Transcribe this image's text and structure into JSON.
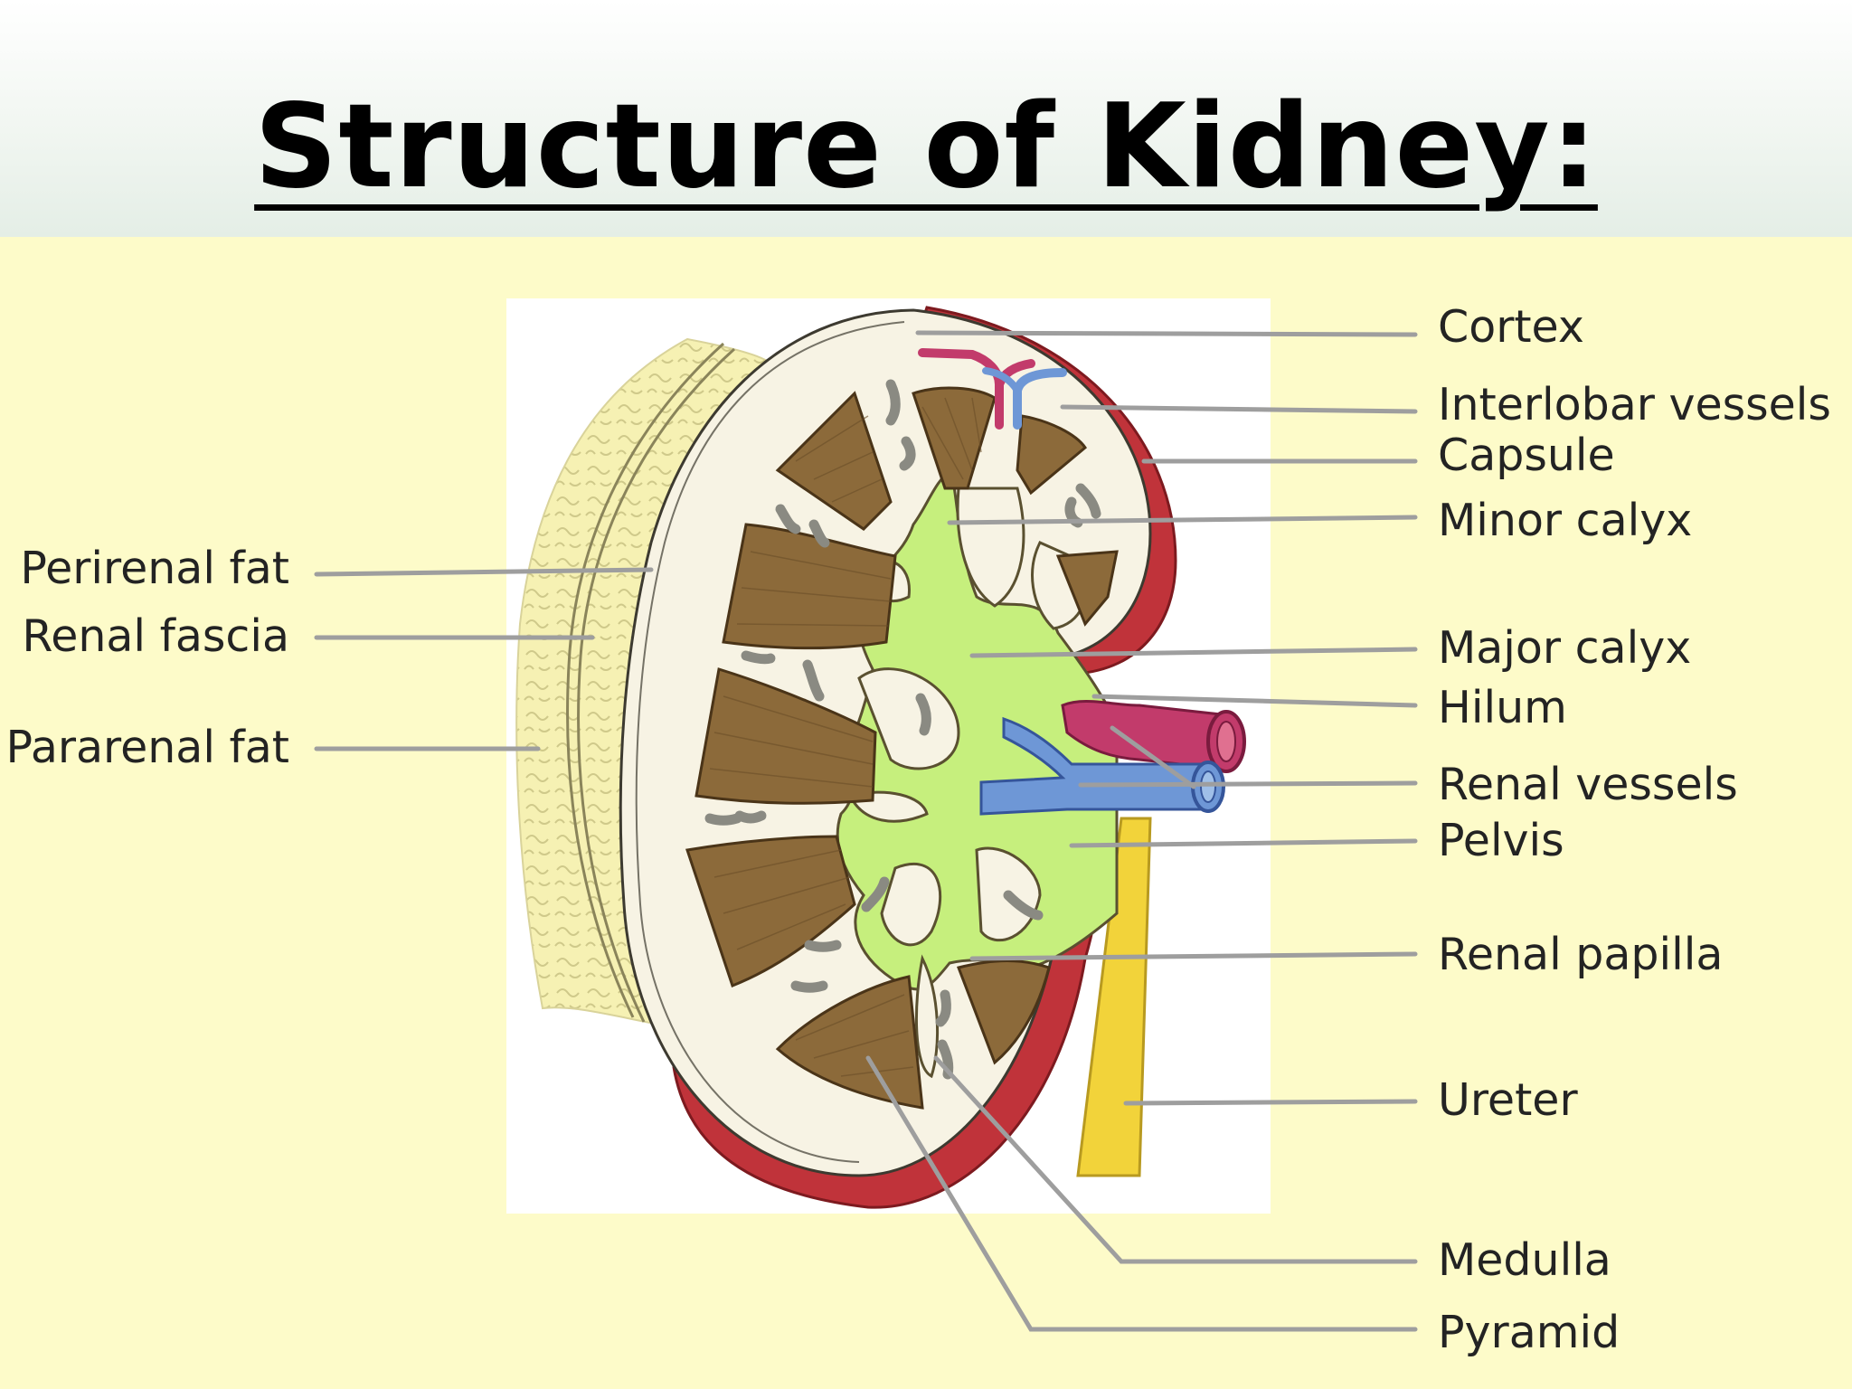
{
  "title": "Structure of Kidney:",
  "labels": {
    "cortex": "Cortex",
    "interlobar_vessels": "Interlobar vessels",
    "capsule": "Capsule",
    "minor_calyx": "Minor calyx",
    "major_calyx": "Major calyx",
    "hilum": "Hilum",
    "renal_vessels": "Renal vessels",
    "pelvis": "Pelvis",
    "renal_papilla": "Renal papilla",
    "ureter": "Ureter",
    "medulla": "Medulla",
    "pyramid": "Pyramid",
    "perirenal_fat": "Perirenal fat",
    "renal_fascia": "Renal fascia",
    "pararenal_fat": "Pararenal fat"
  },
  "colors": {
    "background": "#fdfbc9",
    "capsule": "#c0333a",
    "cortex": "#f7f3e4",
    "pyramid": "#8c6a3a",
    "calyx": "#c6ef7d",
    "artery": "#c23b6b",
    "vein": "#6e97d6",
    "ureter": "#f2d33a",
    "fat": "#f5f0b0",
    "leader": "#9e9e9e"
  }
}
